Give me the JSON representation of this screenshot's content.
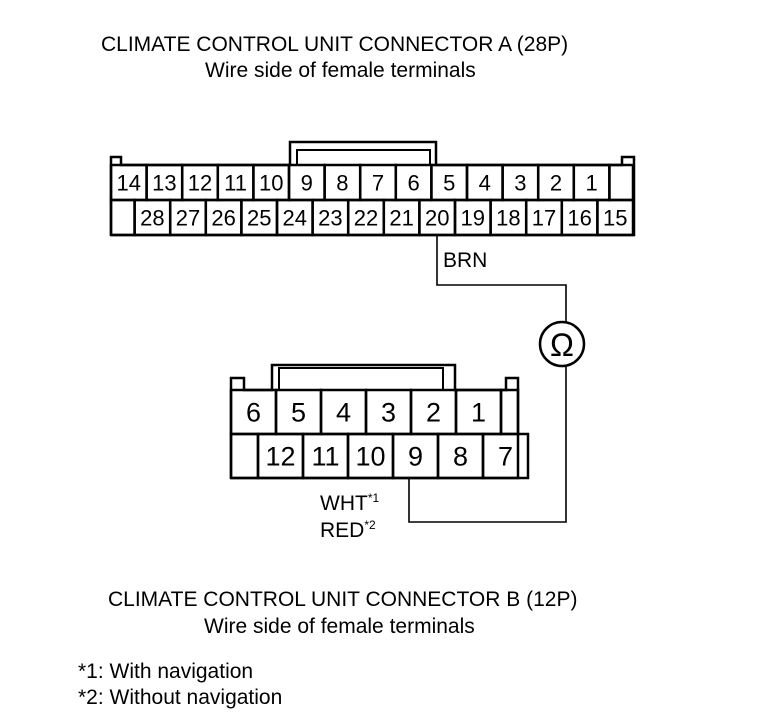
{
  "connector_a": {
    "title": "CLIMATE CONTROL UNIT CONNECTOR A (28P)",
    "subtitle": "Wire side of female terminals",
    "top_row": [
      "14",
      "13",
      "12",
      "11",
      "10",
      "9",
      "8",
      "7",
      "6",
      "5",
      "4",
      "3",
      "2",
      "1"
    ],
    "bottom_row": [
      "28",
      "27",
      "26",
      "25",
      "24",
      "23",
      "22",
      "21",
      "20",
      "19",
      "18",
      "17",
      "16",
      "15"
    ],
    "wire_color": "BRN"
  },
  "connector_b": {
    "title": "CLIMATE CONTROL UNIT CONNECTOR B (12P)",
    "subtitle": "Wire side of female terminals",
    "top_row": [
      "6",
      "5",
      "4",
      "3",
      "2",
      "1"
    ],
    "bottom_row": [
      "12",
      "11",
      "10",
      "9",
      "8",
      "7"
    ],
    "wire_label_1": "WHT",
    "wire_label_1_sup": "*1",
    "wire_label_2": "RED",
    "wire_label_2_sup": "*2"
  },
  "meter": {
    "symbol": "Ω"
  },
  "notes": [
    "*1: With navigation",
    "*2: Without navigation"
  ]
}
